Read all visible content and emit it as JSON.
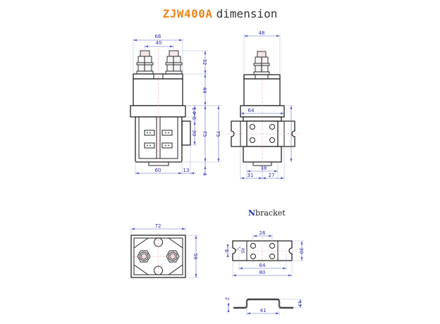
{
  "title": {
    "model": "ZJW400A",
    "suffix": "dimension",
    "model_color": "#e8861e"
  },
  "bracket_section": {
    "prefix": "N",
    "label": "bracket"
  },
  "front_view": {
    "dims": {
      "overall_width": "66",
      "terminal_spacing": "40",
      "terminal_height": "32",
      "body_height": "44",
      "flange_thickness": "14",
      "gap": "6",
      "aux_height": "30",
      "lower_height": "75",
      "foot_width": "60",
      "aux_offset": "13",
      "base_offset": "4"
    }
  },
  "side_view": {
    "dims": {
      "body_width": "48",
      "flange_width": "64",
      "right_height": "75",
      "foot_width": "38",
      "left_offset": "31",
      "right_offset": "27"
    }
  },
  "top_view": {
    "dims": {
      "width": "72",
      "height": "56"
    }
  },
  "bracket_plan": {
    "dims": {
      "hole_spacing": "26",
      "slot_height": "8",
      "slot_radius": "R5",
      "height": "30",
      "slot_spacing": "64",
      "overall_length": "80"
    }
  },
  "bracket_profile": {
    "dims": {
      "thickness": "2",
      "step_height": "13",
      "inner_width": "41"
    }
  },
  "colors": {
    "outline": "#222222",
    "dimension": "#2a2aa8",
    "centerline": "#e4a0a0"
  }
}
